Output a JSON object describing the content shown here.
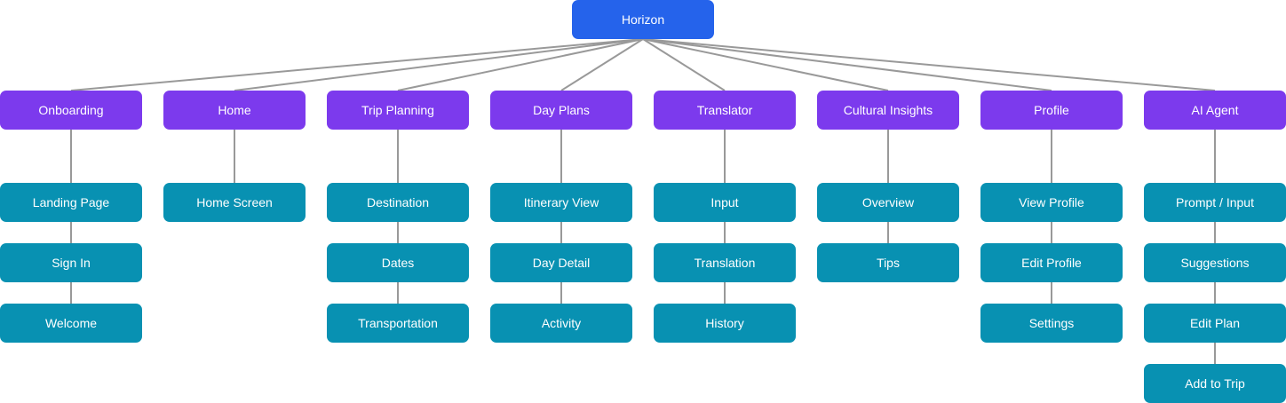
{
  "diagram": {
    "colors": {
      "root": "#2563eb",
      "section": "#7c3aed",
      "page": "#0891b2",
      "connector": "#999999"
    },
    "root": {
      "label": "Horizon"
    },
    "sections": [
      {
        "label": "Onboarding",
        "children": [
          "Landing Page",
          "Sign In",
          "Welcome"
        ]
      },
      {
        "label": "Home",
        "children": [
          "Home Screen"
        ]
      },
      {
        "label": "Trip Planning",
        "children": [
          "Destination",
          "Dates",
          "Transportation"
        ]
      },
      {
        "label": "Day Plans",
        "children": [
          "Itinerary View",
          "Day Detail",
          "Activity"
        ]
      },
      {
        "label": "Translator",
        "children": [
          "Input",
          "Translation",
          "History"
        ]
      },
      {
        "label": "Cultural Insights",
        "children": [
          "Overview",
          "Tips"
        ]
      },
      {
        "label": "Profile",
        "children": [
          "View Profile",
          "Edit Profile",
          "Settings"
        ]
      },
      {
        "label": "AI Agent",
        "children": [
          "Prompt / Input",
          "Suggestions",
          "Edit Plan",
          "Add to Trip"
        ]
      }
    ]
  }
}
